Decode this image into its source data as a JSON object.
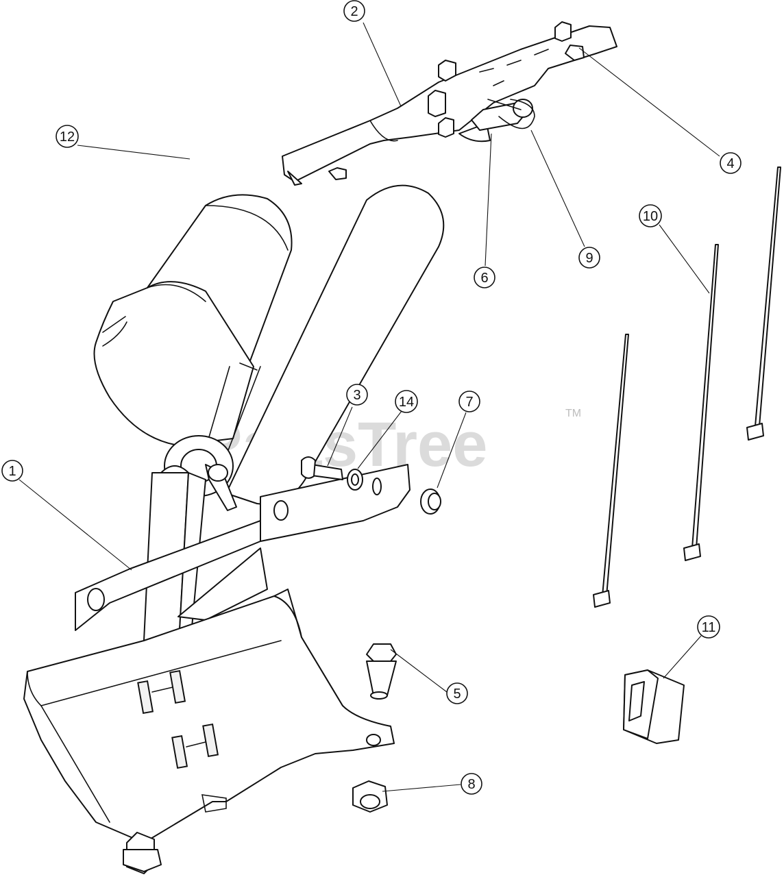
{
  "watermark": {
    "text": "PartsTree",
    "trademark": "TM"
  },
  "callouts": [
    {
      "id": "callout-1",
      "label": "1",
      "part": "mounting-bracket"
    },
    {
      "id": "callout-2",
      "label": "2",
      "part": "top-plate"
    },
    {
      "id": "callout-3",
      "label": "3",
      "part": "clevis-pin"
    },
    {
      "id": "callout-4",
      "label": "4",
      "part": "bushing-top"
    },
    {
      "id": "callout-5",
      "label": "5",
      "part": "hex-bolt"
    },
    {
      "id": "callout-6",
      "label": "6",
      "part": "pin-top"
    },
    {
      "id": "callout-7",
      "label": "7",
      "part": "bushing"
    },
    {
      "id": "callout-8",
      "label": "8",
      "part": "lock-nut"
    },
    {
      "id": "callout-9",
      "label": "9",
      "part": "hairpin-clip"
    },
    {
      "id": "callout-10",
      "label": "10",
      "part": "cable-ties"
    },
    {
      "id": "callout-11",
      "label": "11",
      "part": "rocker-switch"
    },
    {
      "id": "callout-12",
      "label": "12",
      "part": "electric-actuator"
    },
    {
      "id": "callout-14",
      "label": "14",
      "part": "washer"
    }
  ]
}
